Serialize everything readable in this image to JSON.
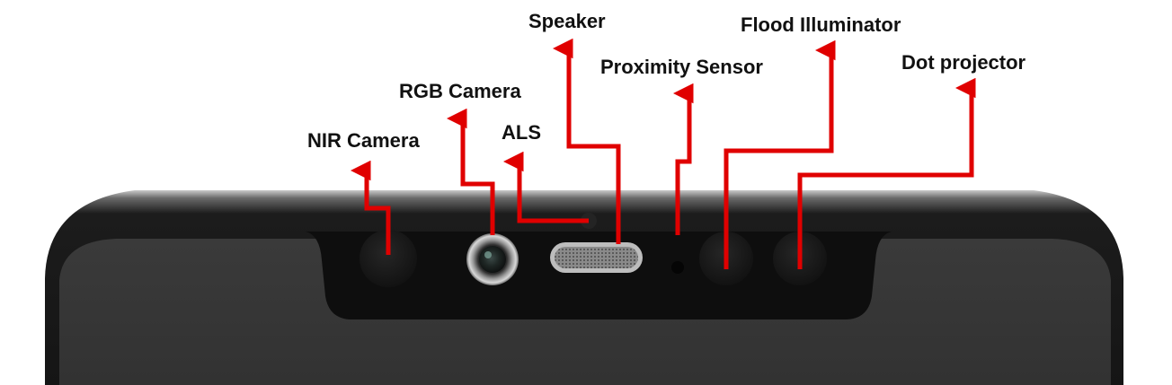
{
  "labels": {
    "speaker": "Speaker",
    "flood_illuminator": "Flood Illuminator",
    "proximity_sensor": "Proximity Sensor",
    "dot_projector": "Dot projector",
    "rgb_camera": "RGB Camera",
    "als": "ALS",
    "nir_camera": "NIR Camera"
  },
  "colors": {
    "arrow": "#e00000",
    "phone_body": "#2a2a2a",
    "notch": "#101010",
    "label_text": "#111111"
  }
}
